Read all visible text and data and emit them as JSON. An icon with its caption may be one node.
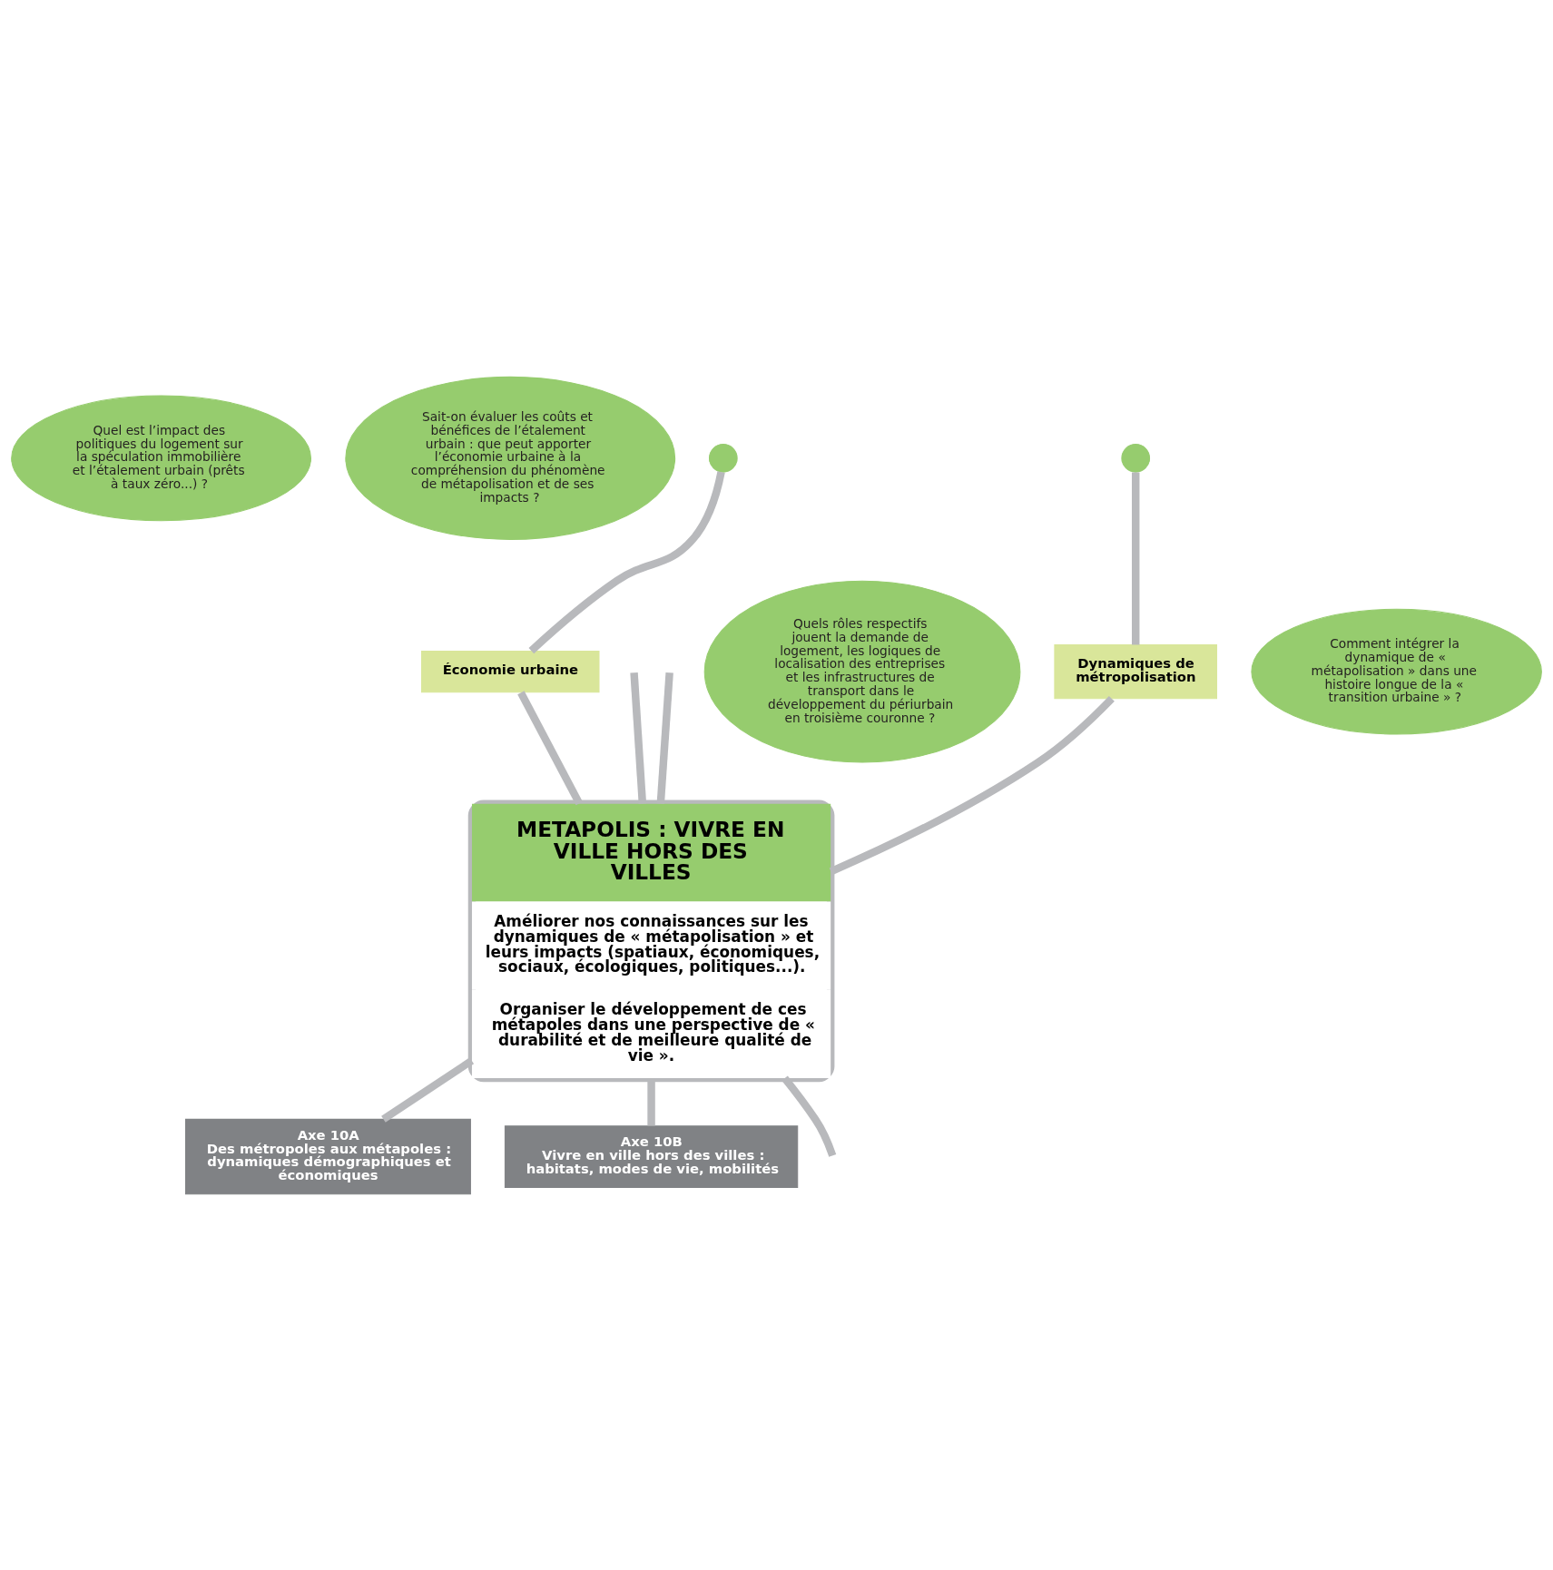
{
  "diagram": {
    "nodes": [
      {
        "text": [
          "Dynamiques de métropolisation"
        ]
      },
      {
        "text": [
          "Quels rôles respectifs jouent la demande de logement, les logiques de localisation des entreprises et les infrastructures de transport dans le développement du périurbain en troisième couronne ?"
        ]
      },
      {
        "text": [
          "Comment intégrer la dynamique de « métapolisation » dans une histoire longue de la « transition urbaine » ?"
        ]
      },
      {
        "text": [
          "Économie urbaine"
        ]
      },
      {
        "text": [
          "Quel est l’impact des politiques du logement sur la spéculation immobilière et l’étalement urbain (prêts à taux zéro...) ?"
        ]
      },
      {
        "text": [
          "Sait-on évaluer les coûts et bénéfices de l’étalement urbain : que peut apporter l’économie urbaine à la compréhension du phénomène de métapolisation et de ses impacts ?"
        ]
      },
      {
        "text": [
          "METAPOLIS : VIVRE EN VILLE HORS DES VILLES",
          "Améliorer nos connaissances sur les dynamiques de « métapolisation » et leurs impacts (spatiaux, économiques, sociaux, écologiques, politiques...).",
          "Organiser le développement de ces métapoles dans une perspective de « durabilité et de meilleure qualité de vie »."
        ]
      },
      {
        "text": [
          "Axe 10A",
          "Des métropoles aux métapoles : dynamiques démographiques et économiques"
        ]
      },
      {
        "text": [
          "Axe 10B",
          "Vivre en ville hors des villes : habitats, modes de vie, mobilités"
        ]
      },
      {
        "text": [],
        "shape": "circle"
      },
      {
        "text": [],
        "shape": "circle"
      }
    ],
    "edges": [
      {
        "from": 10,
        "to": 0,
        "arrow": "none"
      },
      {
        "from": 0,
        "to": 6,
        "arrow": "none"
      },
      {
        "from": 9,
        "to": 3,
        "arrow": "none"
      },
      {
        "from": 3,
        "to": 6,
        "arrow": "none"
      },
      {
        "from": null,
        "to": 6,
        "arrow": "none"
      },
      {
        "from": null,
        "to": 6,
        "arrow": "none"
      },
      {
        "from": 6,
        "to": 7,
        "arrow": "none"
      },
      {
        "from": 6,
        "to": 8,
        "arrow": "none"
      },
      {
        "from": 6,
        "to": null,
        "arrow": "none"
      }
    ]
  }
}
